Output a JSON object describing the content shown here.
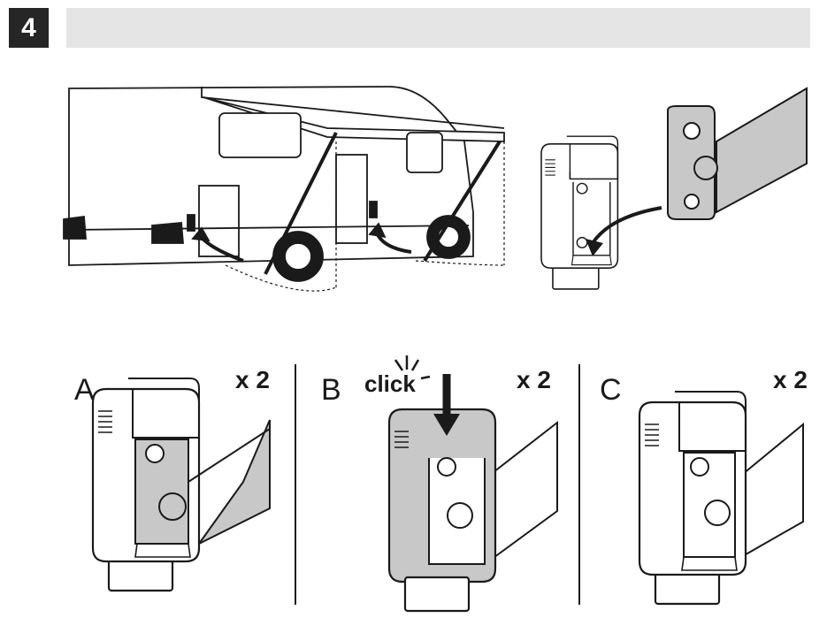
{
  "step": {
    "number": "4"
  },
  "panels": [
    {
      "letter": "A",
      "quantity": "x 2"
    },
    {
      "letter": "B",
      "quantity": "x 2",
      "annotation": "click"
    },
    {
      "letter": "C",
      "quantity": "x 2"
    }
  ],
  "colors": {
    "badge": "#262626",
    "header_bar": "#e5e5e5",
    "arm_fill": "#c8c8c8",
    "line": "#1a1a1a"
  }
}
